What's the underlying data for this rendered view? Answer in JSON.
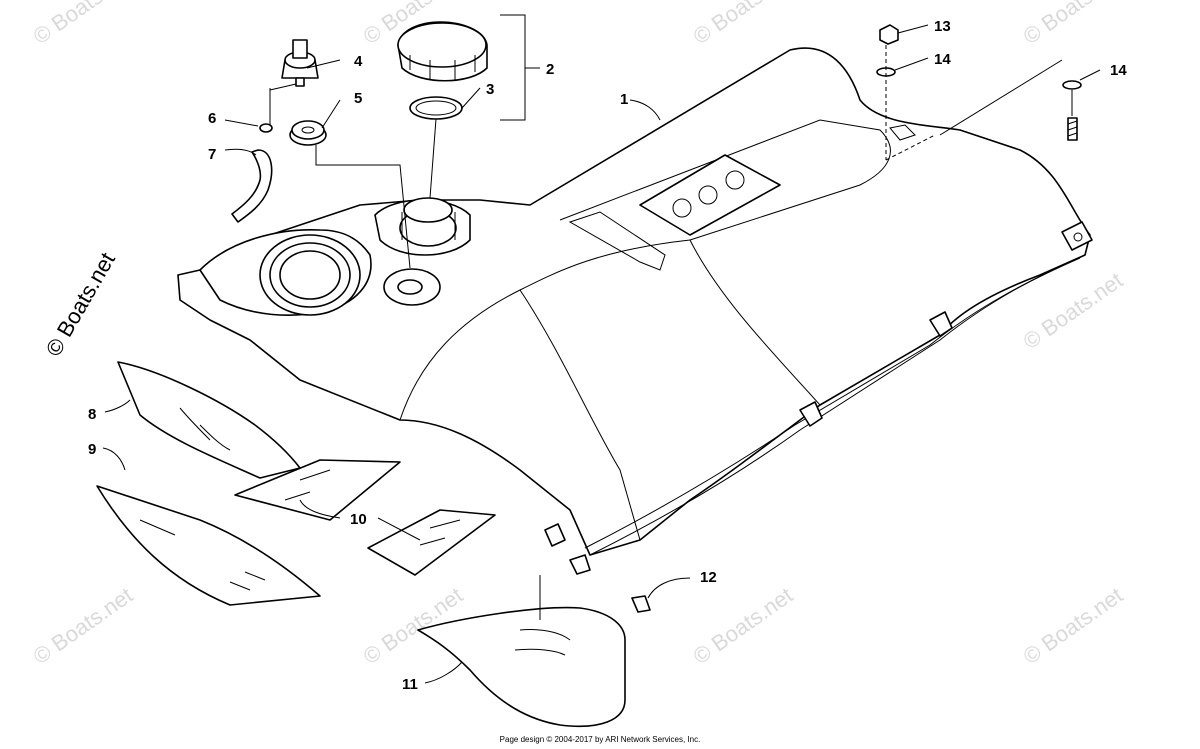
{
  "watermark": {
    "text": "© Boats.net",
    "side_text": "© Boats.net"
  },
  "callouts": {
    "c1": "1",
    "c2": "2",
    "c3": "3",
    "c4": "4",
    "c5": "5",
    "c6": "6",
    "c7": "7",
    "c8": "8",
    "c9": "9",
    "c10": "10",
    "c11": "11",
    "c12": "12",
    "c13": "13",
    "c14a": "14",
    "c14b": "14"
  },
  "footer": "Page design © 2004-2017 by ARI Network Services, Inc."
}
